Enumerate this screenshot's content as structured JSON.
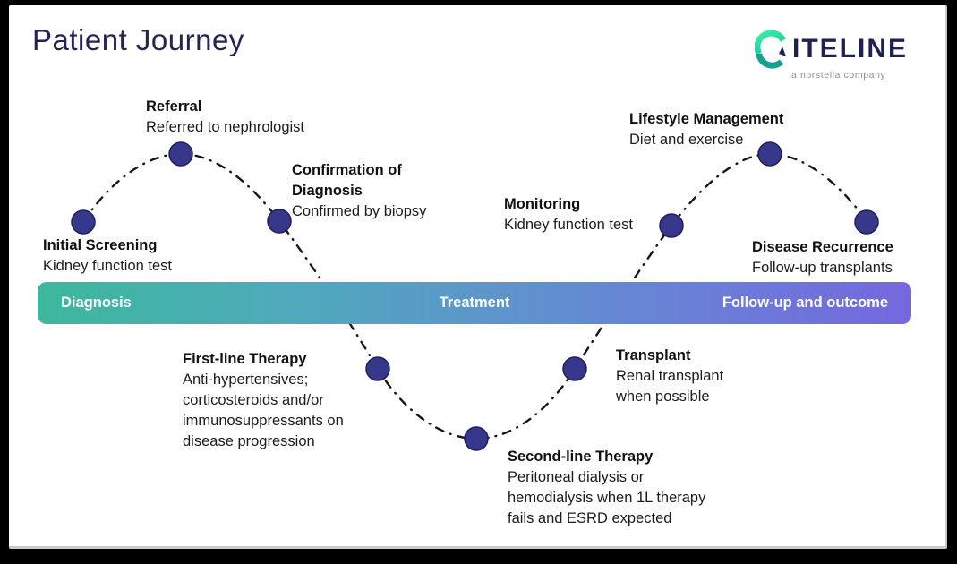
{
  "header": {
    "title": "Patient Journey"
  },
  "logo": {
    "wordmark": "ITELINE",
    "tagline": "a norstella company"
  },
  "phase_bar": {
    "phases": [
      {
        "label": "Diagnosis"
      },
      {
        "label": "Treatment"
      },
      {
        "label": "Follow-up and outcome"
      }
    ]
  },
  "stages": [
    {
      "title": "Initial Screening",
      "desc": "Kidney function test"
    },
    {
      "title": "Referral",
      "desc": "Referred to nephrologist"
    },
    {
      "title": "Confirmation of Diagnosis",
      "desc": "Confirmed by biopsy"
    },
    {
      "title": "First-line Therapy",
      "desc": "Anti-hypertensives; corticosteroids and/or immunosuppressants on disease progression"
    },
    {
      "title": "Second-line Therapy",
      "desc": "Peritoneal dialysis or hemodialysis when 1L therapy fails and ESRD expected"
    },
    {
      "title": "Transplant",
      "desc": "Renal transplant when possible"
    },
    {
      "title": "Monitoring",
      "desc": "Kidney function test"
    },
    {
      "title": "Lifestyle Management",
      "desc": "Diet and exercise"
    },
    {
      "title": "Disease Recurrence",
      "desc": "Follow-up transplants"
    }
  ],
  "colors": {
    "title_navy": "#232358",
    "dot_indigo": "#37378C",
    "curve_black": "#161616",
    "bar_gradient_start": "#3CB89C",
    "bar_gradient_mid": "#5D95CC",
    "bar_gradient_end": "#7568DF",
    "logo_navy": "#1F2150",
    "logo_mint": "#3BEFA7",
    "logo_teal": "#17A08F",
    "tagline_gray": "#8A8F9E"
  }
}
